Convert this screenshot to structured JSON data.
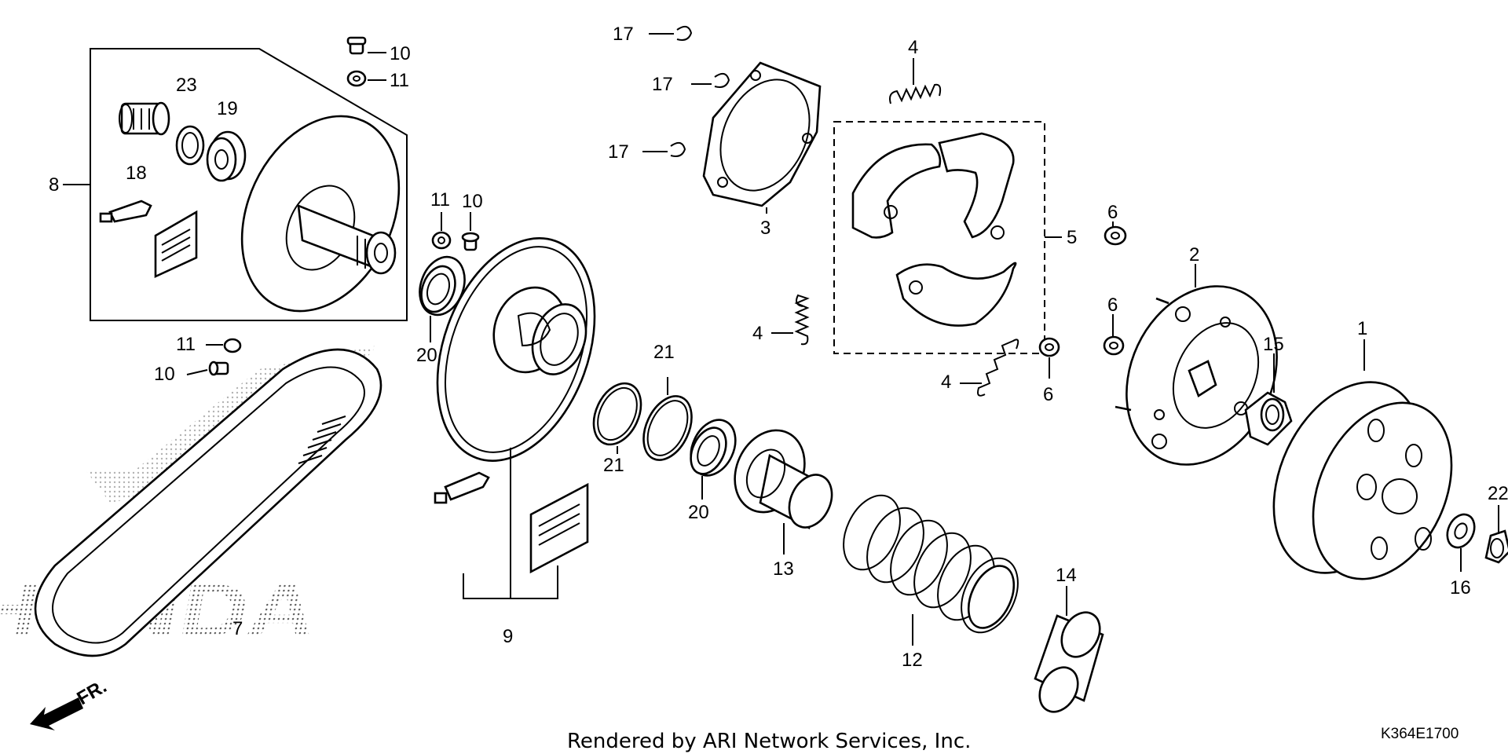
{
  "labels": {
    "p1": "1",
    "p2": "2",
    "p3": "3",
    "p4a": "4",
    "p4b": "4",
    "p4c": "4",
    "p5": "5",
    "p6a": "6",
    "p6b": "6",
    "p6c": "6",
    "p7": "7",
    "p8": "8",
    "p9": "9",
    "p10a": "10",
    "p10b": "10",
    "p10c": "10",
    "p11a": "11",
    "p11b": "11",
    "p11c": "11",
    "p12": "12",
    "p13": "13",
    "p14": "14",
    "p15": "15",
    "p16": "16",
    "p17a": "17",
    "p17b": "17",
    "p17c": "17",
    "p18": "18",
    "p19": "19",
    "p20a": "20",
    "p20b": "20",
    "p21a": "21",
    "p21b": "21",
    "p22": "22",
    "p23": "23"
  },
  "watermark": "HONDA",
  "direction": "FR.",
  "credit": "Rendered by ARI Network Services, Inc.",
  "diagram_code": "K364E1700"
}
